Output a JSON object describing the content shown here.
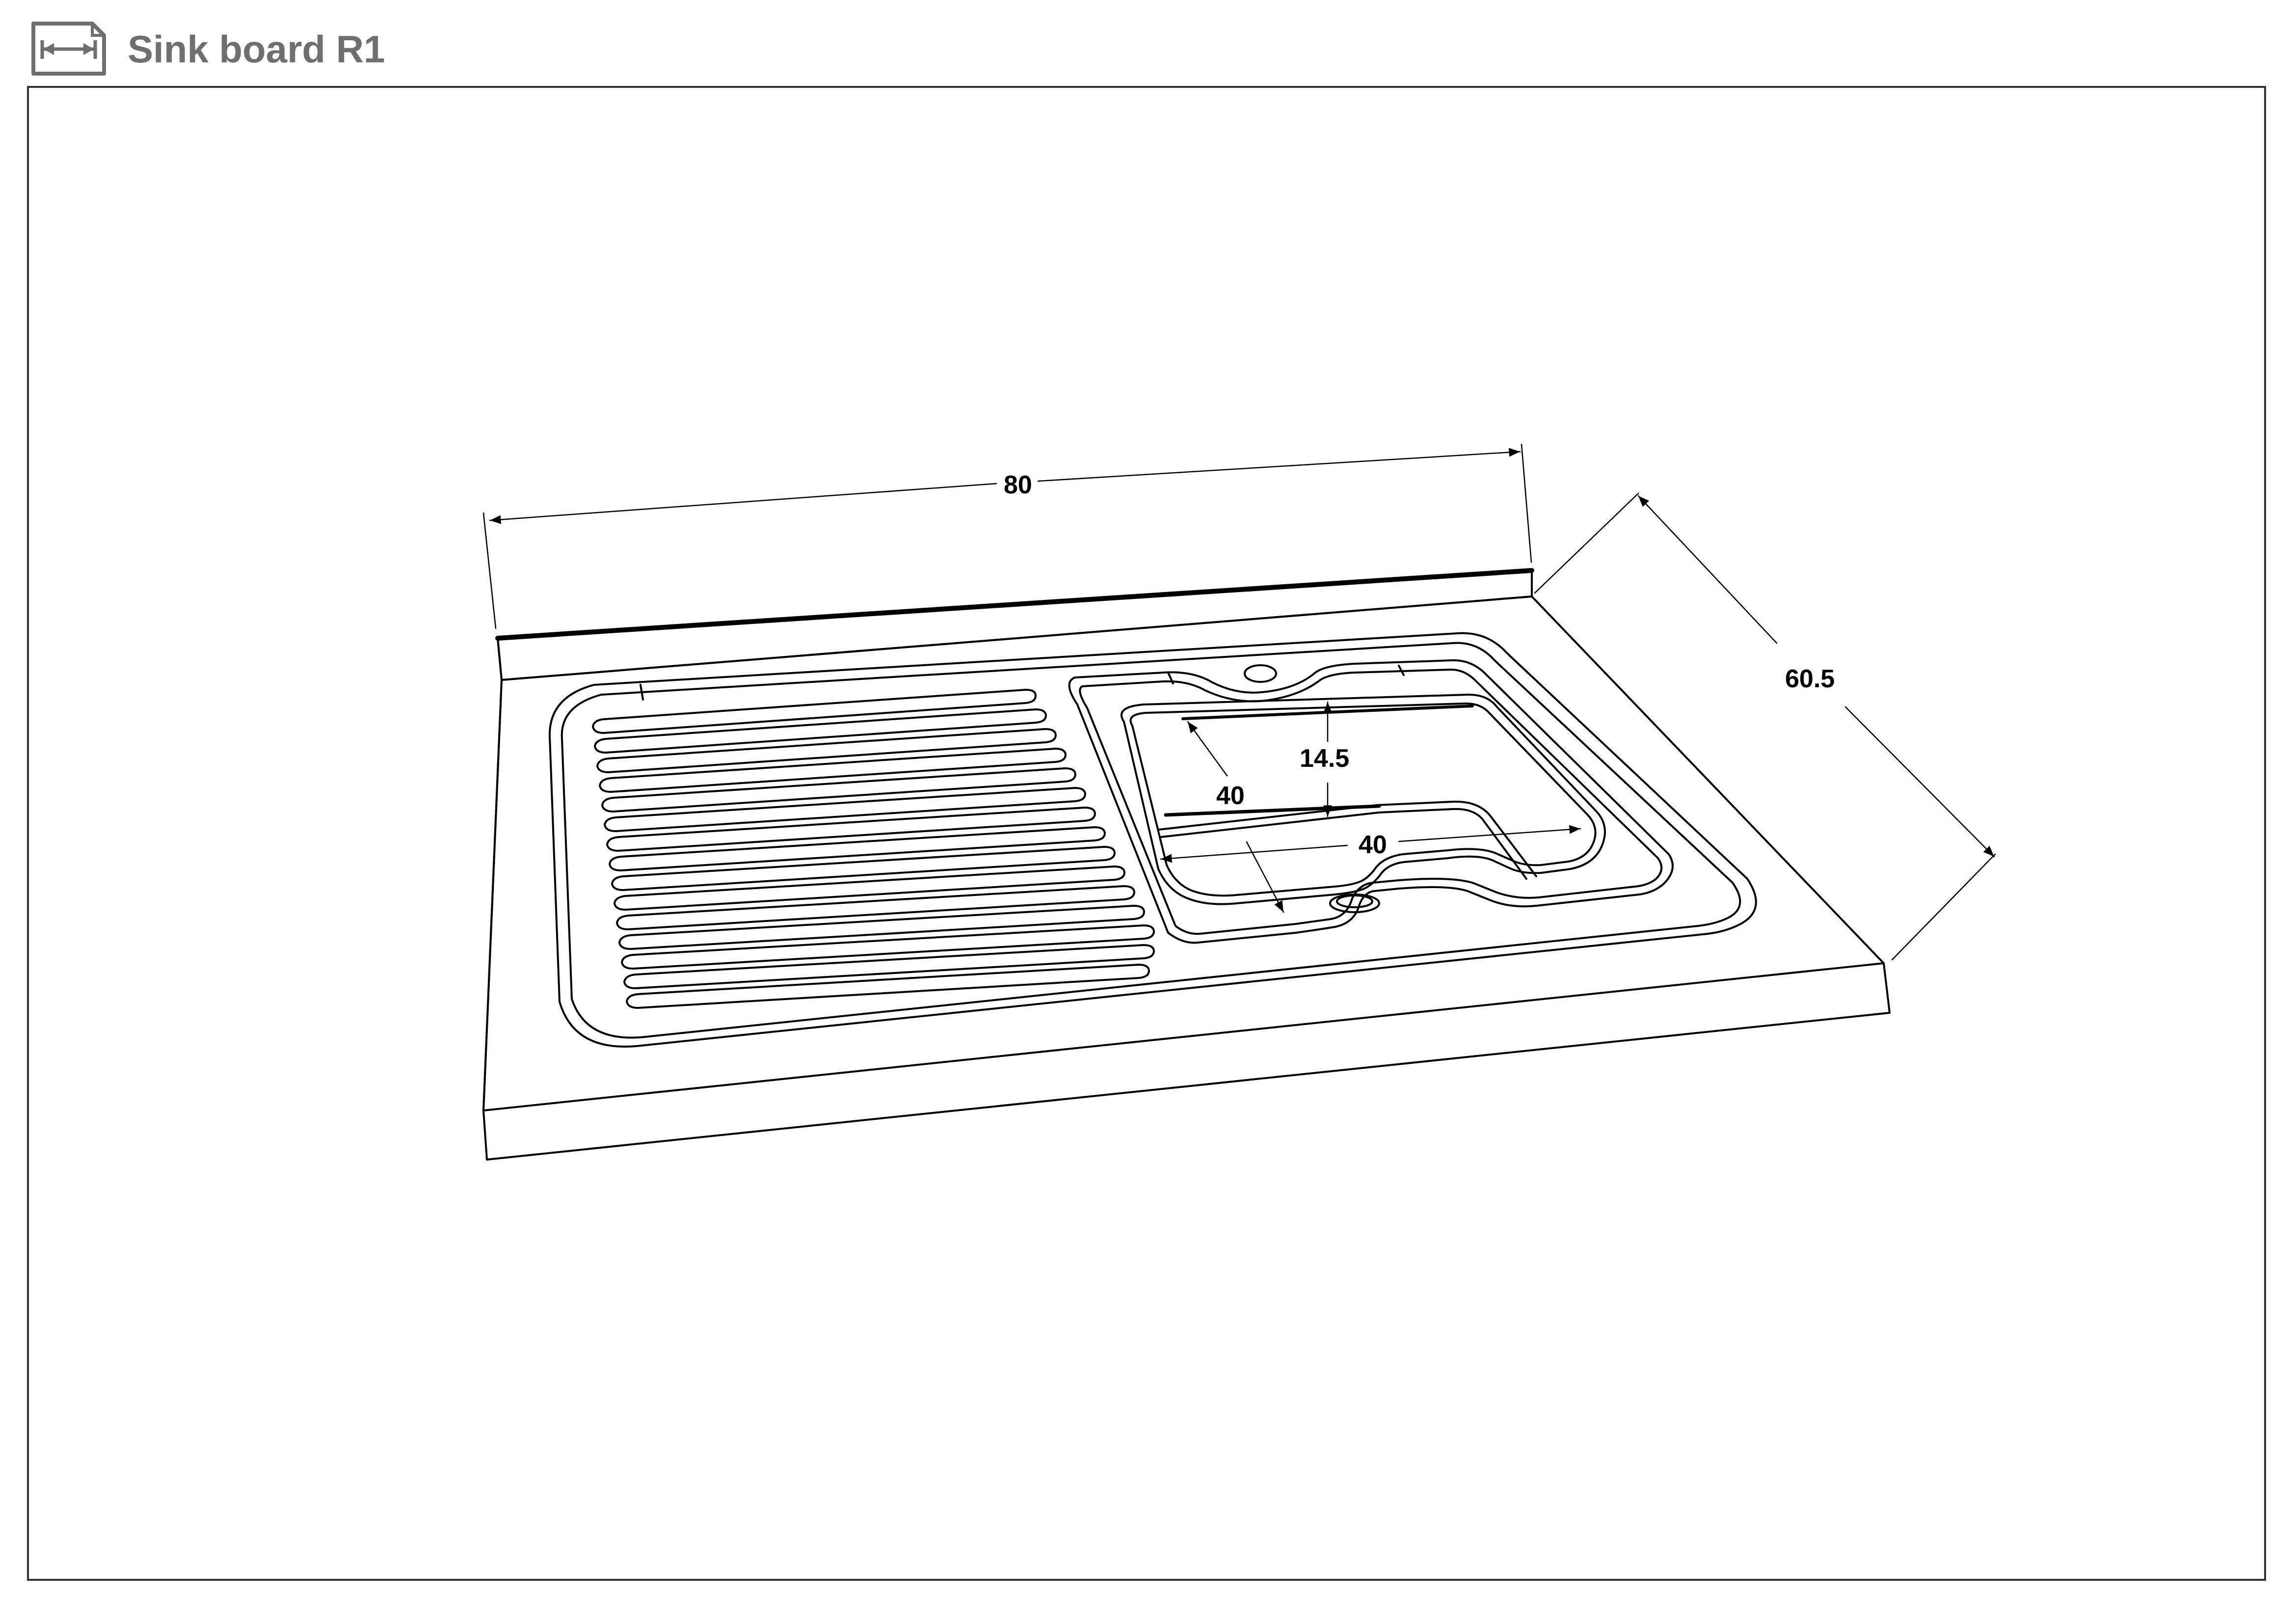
{
  "header": {
    "title": "Sink board R1",
    "icon": "dimension-icon"
  },
  "drawing": {
    "dimensions": {
      "width": "80",
      "depth": "60.5",
      "bowl_width": "40",
      "bowl_length": "40",
      "bowl_depth": "14.5"
    }
  }
}
